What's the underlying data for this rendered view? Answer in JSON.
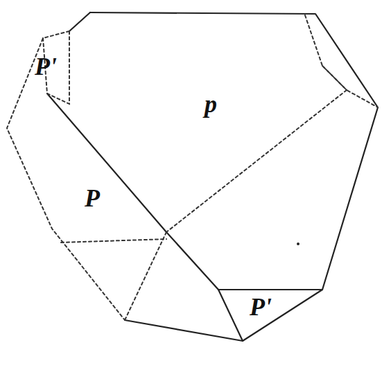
{
  "diagram": {
    "labels": [
      "P'",
      "p",
      "P",
      "P'"
    ]
  }
}
